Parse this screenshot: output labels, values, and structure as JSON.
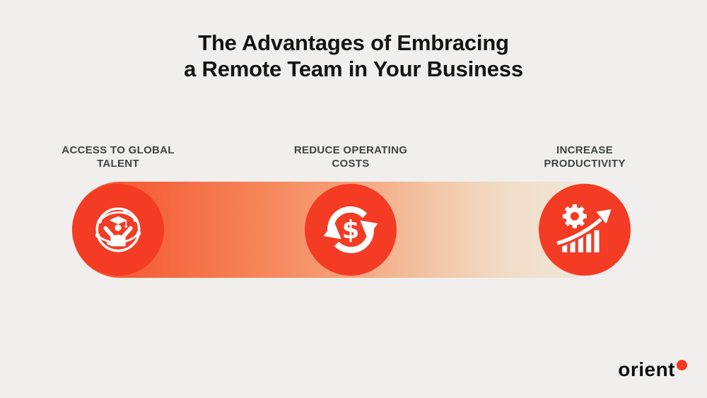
{
  "header": {
    "title_line1": "The Advantages of Embracing",
    "title_line2": "a Remote Team in Your Business"
  },
  "items": [
    {
      "label": "ACCESS TO GLOBAL\nTALENT",
      "icon": "global-talent-network-icon"
    },
    {
      "label": "REDUCE OPERATING\nCOSTS",
      "icon": "dollar-refresh-icon"
    },
    {
      "label": "INCREASE\nPRODUCTIVITY",
      "icon": "productivity-growth-icon"
    }
  ],
  "brand": {
    "name": "orient"
  },
  "colors": {
    "background": "#F0EFED",
    "title_text": "#141414",
    "label_text": "#3F4344",
    "circle_red": "#F43B24",
    "band_start": "#F1502C",
    "band_end": "#F0E9DF",
    "logo_text": "#0E0E0E",
    "logo_dot": "#F5391F",
    "icon_white": "#FFFFFF"
  }
}
